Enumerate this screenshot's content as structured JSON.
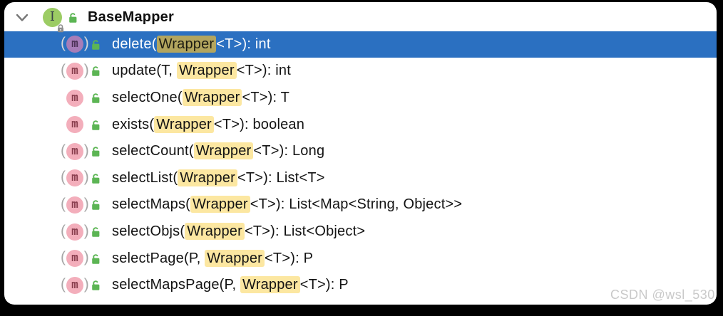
{
  "colors": {
    "selection_background": "#2b70c1",
    "match_highlight": "#fce7a1",
    "match_highlight_selected": "#b3a55e",
    "method_icon_background": "#f3aebb",
    "method_icon_selected_background": "#a77db8",
    "interface_icon_background": "#9ccc64",
    "public_lock_green": "#5cb554",
    "window_background": "#ffffff",
    "canvas_background": "#000000"
  },
  "tree": {
    "root": {
      "label": "BaseMapper",
      "expanded": true,
      "icon": "interface-icon",
      "visibility_icon": "public-open-lock-icon"
    },
    "rows": [
      {
        "pre": "delete(",
        "match": "Wrapper",
        "post": "<T>): int",
        "icon": "method-parens",
        "selected": true
      },
      {
        "pre": "update(T, ",
        "match": "Wrapper",
        "post": "<T>): int",
        "icon": "method-parens",
        "selected": false
      },
      {
        "pre": "selectOne(",
        "match": "Wrapper",
        "post": "<T>): T",
        "icon": "method",
        "selected": false
      },
      {
        "pre": "exists(",
        "match": "Wrapper",
        "post": "<T>): boolean",
        "icon": "method",
        "selected": false
      },
      {
        "pre": "selectCount(",
        "match": "Wrapper",
        "post": "<T>): Long",
        "icon": "method-parens",
        "selected": false
      },
      {
        "pre": "selectList(",
        "match": "Wrapper",
        "post": "<T>): List<T>",
        "icon": "method-parens",
        "selected": false
      },
      {
        "pre": "selectMaps(",
        "match": "Wrapper",
        "post": "<T>): List<Map<String, Object>>",
        "icon": "method-parens",
        "selected": false
      },
      {
        "pre": "selectObjs(",
        "match": "Wrapper",
        "post": "<T>): List<Object>",
        "icon": "method-parens",
        "selected": false
      },
      {
        "pre": "selectPage(P, ",
        "match": "Wrapper",
        "post": "<T>): P",
        "icon": "method-parens",
        "selected": false
      },
      {
        "pre": "selectMapsPage(P, ",
        "match": "Wrapper",
        "post": "<T>): P",
        "icon": "method-parens",
        "selected": false
      }
    ]
  },
  "watermark": "CSDN @wsl_530"
}
